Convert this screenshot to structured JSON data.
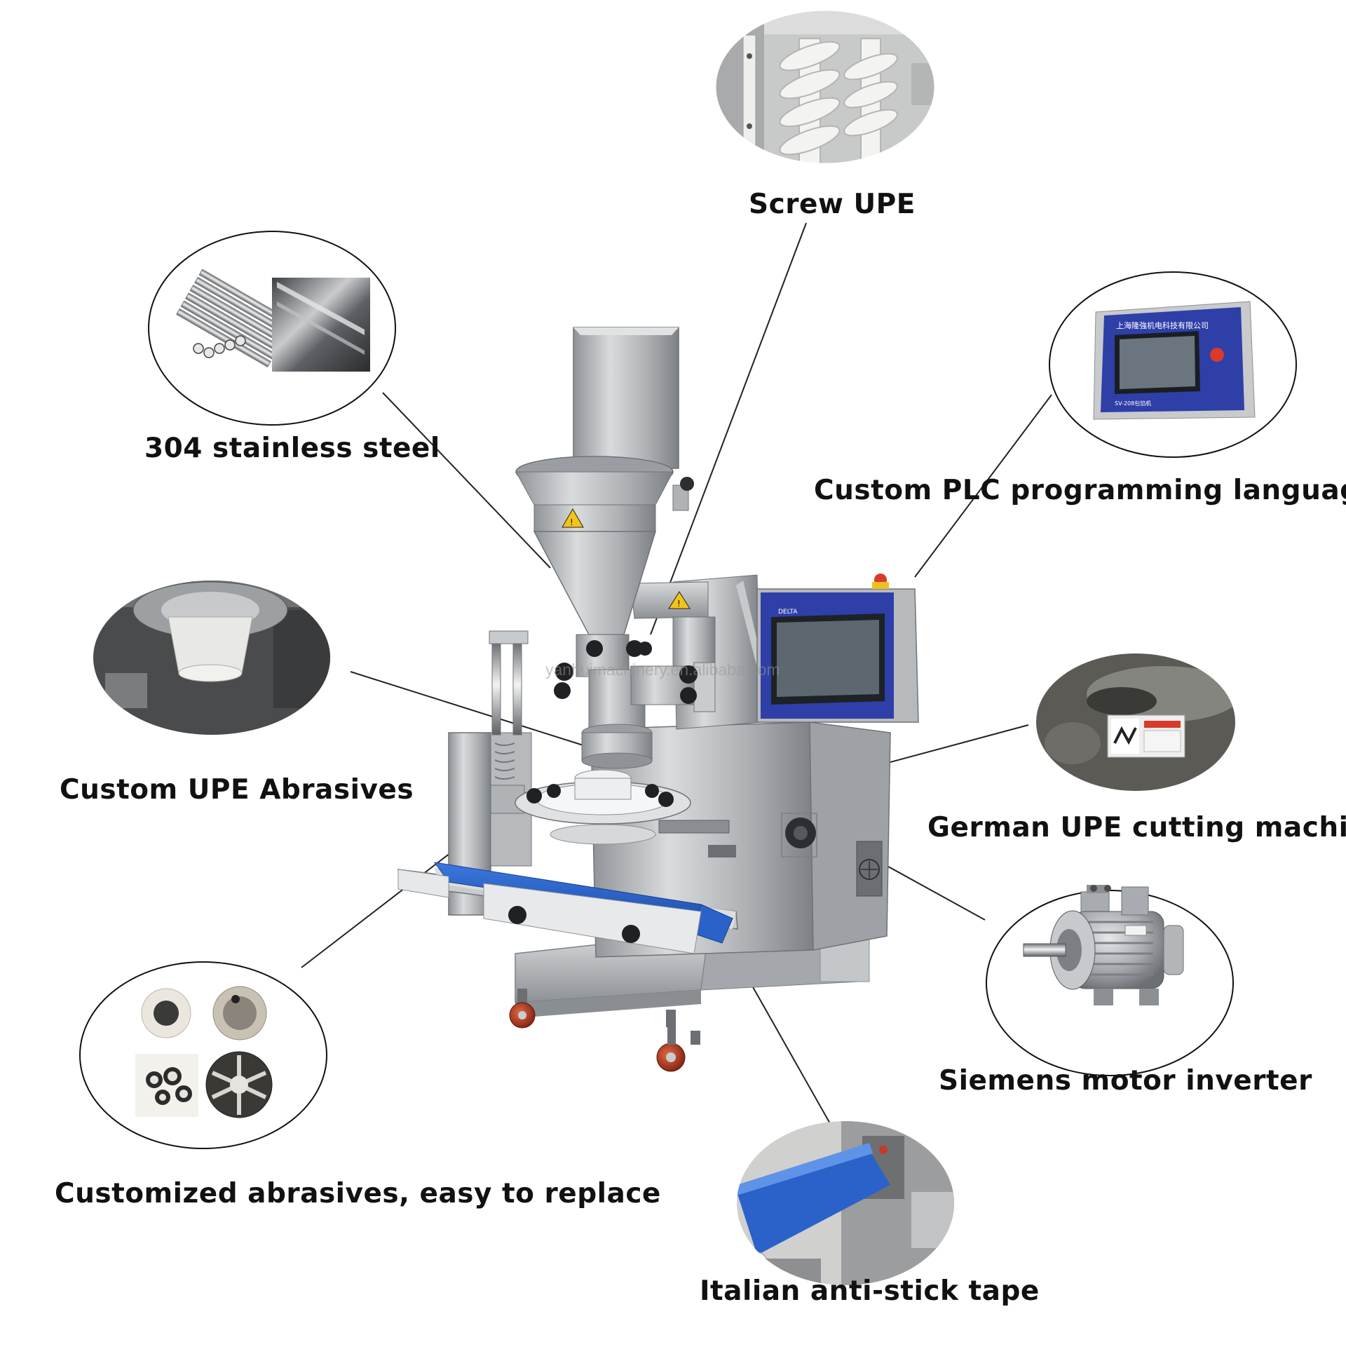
{
  "labels": {
    "screw": "Screw UPE",
    "steel": "304 stainless steel",
    "plc": "Custom PLC programming language",
    "abrasives_upe": "Custom UPE Abrasives",
    "cutting": "German UPE cutting machine",
    "motor": "Siemens motor inverter",
    "custom_abrasives": "Customized abrasives, easy to replace",
    "tape": "Italian anti-stick tape"
  },
  "watermark": "yanhuimachinery.en.alibaba.com",
  "hmi_brand": "DELTA",
  "panel": {
    "company_text": "上海隆強机电科技有限公司",
    "model_text": "SV-208包馅机"
  },
  "colors": {
    "steel": "#b9bcbf",
    "hmi_frame": "#2f3fa8",
    "conveyor_belt": "#2a62c9",
    "wheel": "#b23a22",
    "label_text": "#111111"
  }
}
